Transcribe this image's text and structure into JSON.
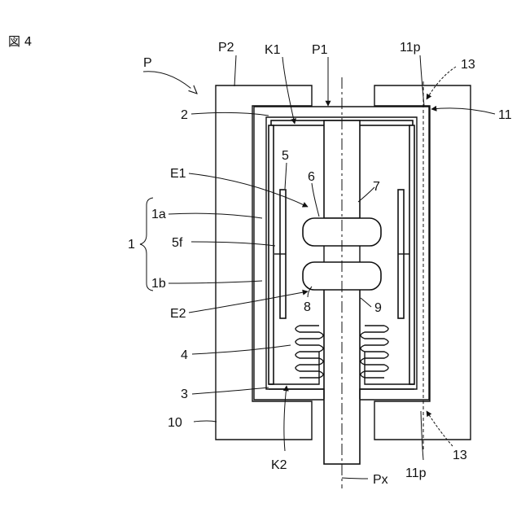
{
  "figure": {
    "number": "図 4"
  },
  "labels": {
    "P": "P",
    "P2": "P2",
    "K1": "K1",
    "P1": "P1",
    "l11p_top": "11p",
    "l13_top": "13",
    "l11": "11",
    "l2": "2",
    "l5": "5",
    "E1": "E1",
    "l6": "6",
    "l7": "7",
    "l1a": "1a",
    "l1": "1",
    "l5f": "5f",
    "l1b": "1b",
    "E2": "E2",
    "l8": "8",
    "l9": "9",
    "l4": "4",
    "l3": "3",
    "l10": "10",
    "K2": "K2",
    "l13_bot": "13",
    "l11p_bot": "11p",
    "Px": "Px"
  },
  "colors": {
    "ink": "#111111",
    "background": "#ffffff"
  }
}
